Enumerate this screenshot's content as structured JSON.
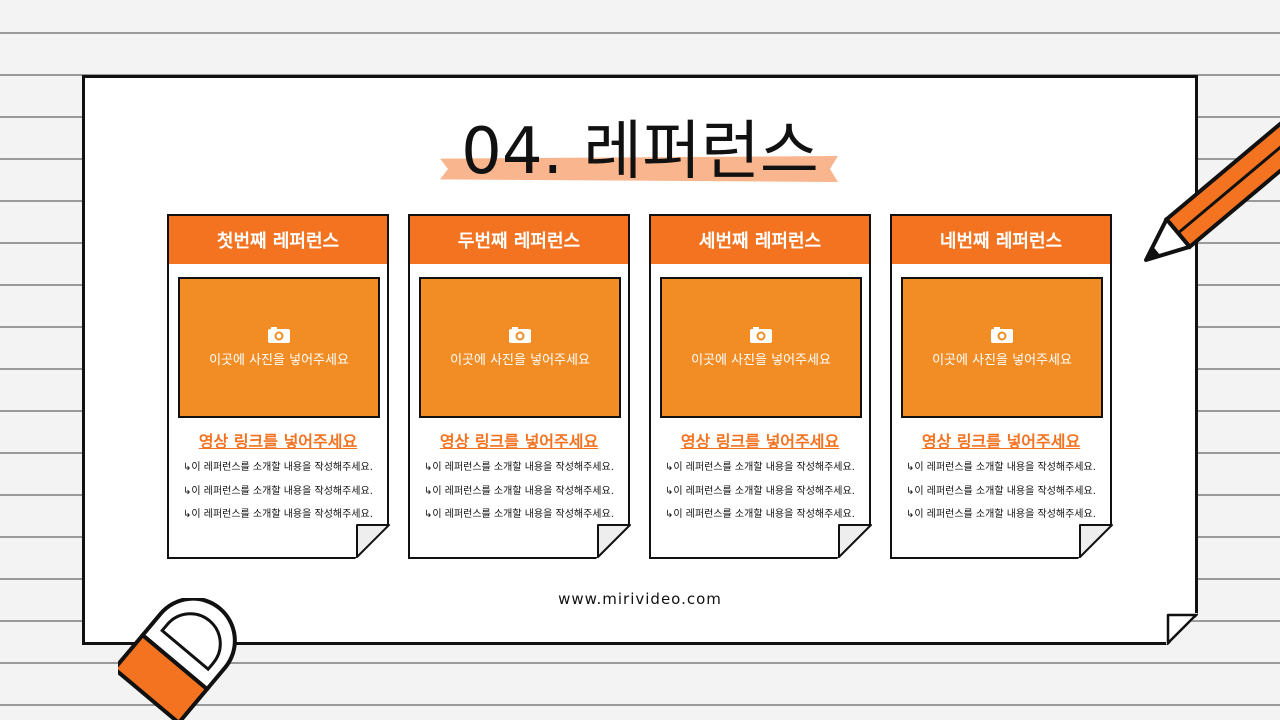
{
  "slide": {
    "title": "04. 레퍼런스",
    "website": "www.mirivideo.com"
  },
  "cards": [
    {
      "title": "첫번째 레퍼런스",
      "photo_placeholder": "이곳에 사진을 넣어주세요",
      "link_text": "영상 링크를 넣어주세요",
      "lines": [
        "↳이 레퍼런스를 소개할 내용을 작성해주세요.",
        "↳이 레퍼런스를 소개할 내용을 작성해주세요.",
        "↳이 레퍼런스를 소개할 내용을 작성해주세요."
      ]
    },
    {
      "title": "두번째 레퍼런스",
      "photo_placeholder": "이곳에 사진을 넣어주세요",
      "link_text": "영상 링크를 넣어주세요",
      "lines": [
        "↳이 레퍼런스를 소개할 내용을 작성해주세요.",
        "↳이 레퍼런스를 소개할 내용을 작성해주세요.",
        "↳이 레퍼런스를 소개할 내용을 작성해주세요."
      ]
    },
    {
      "title": "세번째 레퍼런스",
      "photo_placeholder": "이곳에 사진을 넣어주세요",
      "link_text": "영상 링크를 넣어주세요",
      "lines": [
        "↳이 레퍼런스를 소개할 내용을 작성해주세요.",
        "↳이 레퍼런스를 소개할 내용을 작성해주세요.",
        "↳이 레퍼런스를 소개할 내용을 작성해주세요."
      ]
    },
    {
      "title": "네번째 레퍼런스",
      "photo_placeholder": "이곳에 사진을 넣어주세요",
      "link_text": "영상 링크를 넣어주세요",
      "lines": [
        "↳이 레퍼런스를 소개할 내용을 작성해주세요.",
        "↳이 레퍼런스를 소개할 내용을 작성해주세요.",
        "↳이 레퍼런스를 소개할 내용을 작성해주세요."
      ]
    }
  ],
  "icons": {
    "photo": "camera-icon",
    "decor_pencil": "pencil-icon",
    "decor_eraser": "eraser-icon"
  },
  "colors": {
    "accent": "#f47321",
    "photo_fill": "#f28d25",
    "highlight": "#f9b58d"
  }
}
